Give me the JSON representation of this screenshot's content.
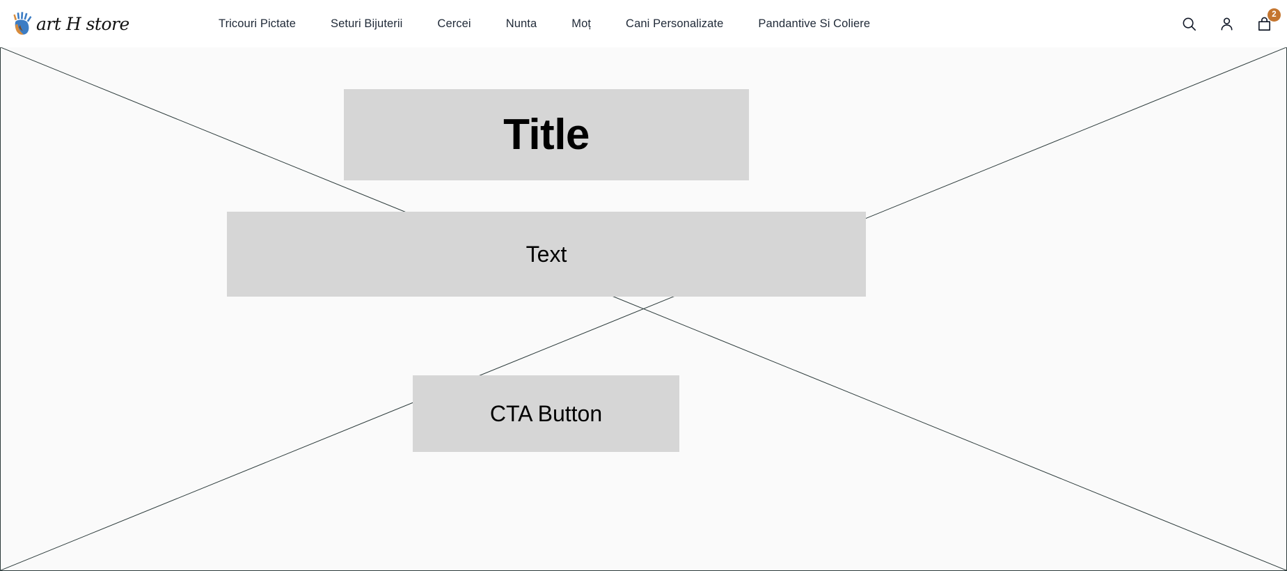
{
  "header": {
    "brand": {
      "name": "art H store",
      "logo_icon": "handprint-logo-icon"
    },
    "nav_items": [
      {
        "label": "Tricouri Pictate"
      },
      {
        "label": "Seturi Bijuterii"
      },
      {
        "label": "Cercei"
      },
      {
        "label": "Nunta"
      },
      {
        "label": "Moț"
      },
      {
        "label": "Cani Personalizate"
      },
      {
        "label": "Pandantive Si Coliere"
      }
    ],
    "actions": {
      "search_icon": "search-icon",
      "account_icon": "user-account-icon",
      "cart_icon": "shopping-bag-icon",
      "cart_count": "2"
    }
  },
  "hero": {
    "title_placeholder": "Title",
    "text_placeholder": "Text",
    "cta_placeholder": "CTA Button"
  },
  "colors": {
    "header_background": "#ffffff",
    "hero_background": "#fafafa",
    "placeholder_fill": "#d6d6d6",
    "text_primary": "#111827",
    "badge_accent": "#c4752f",
    "border": "#2b3a3a",
    "logo_blue": "#3b7cc4",
    "logo_orange": "#d88c3c"
  }
}
